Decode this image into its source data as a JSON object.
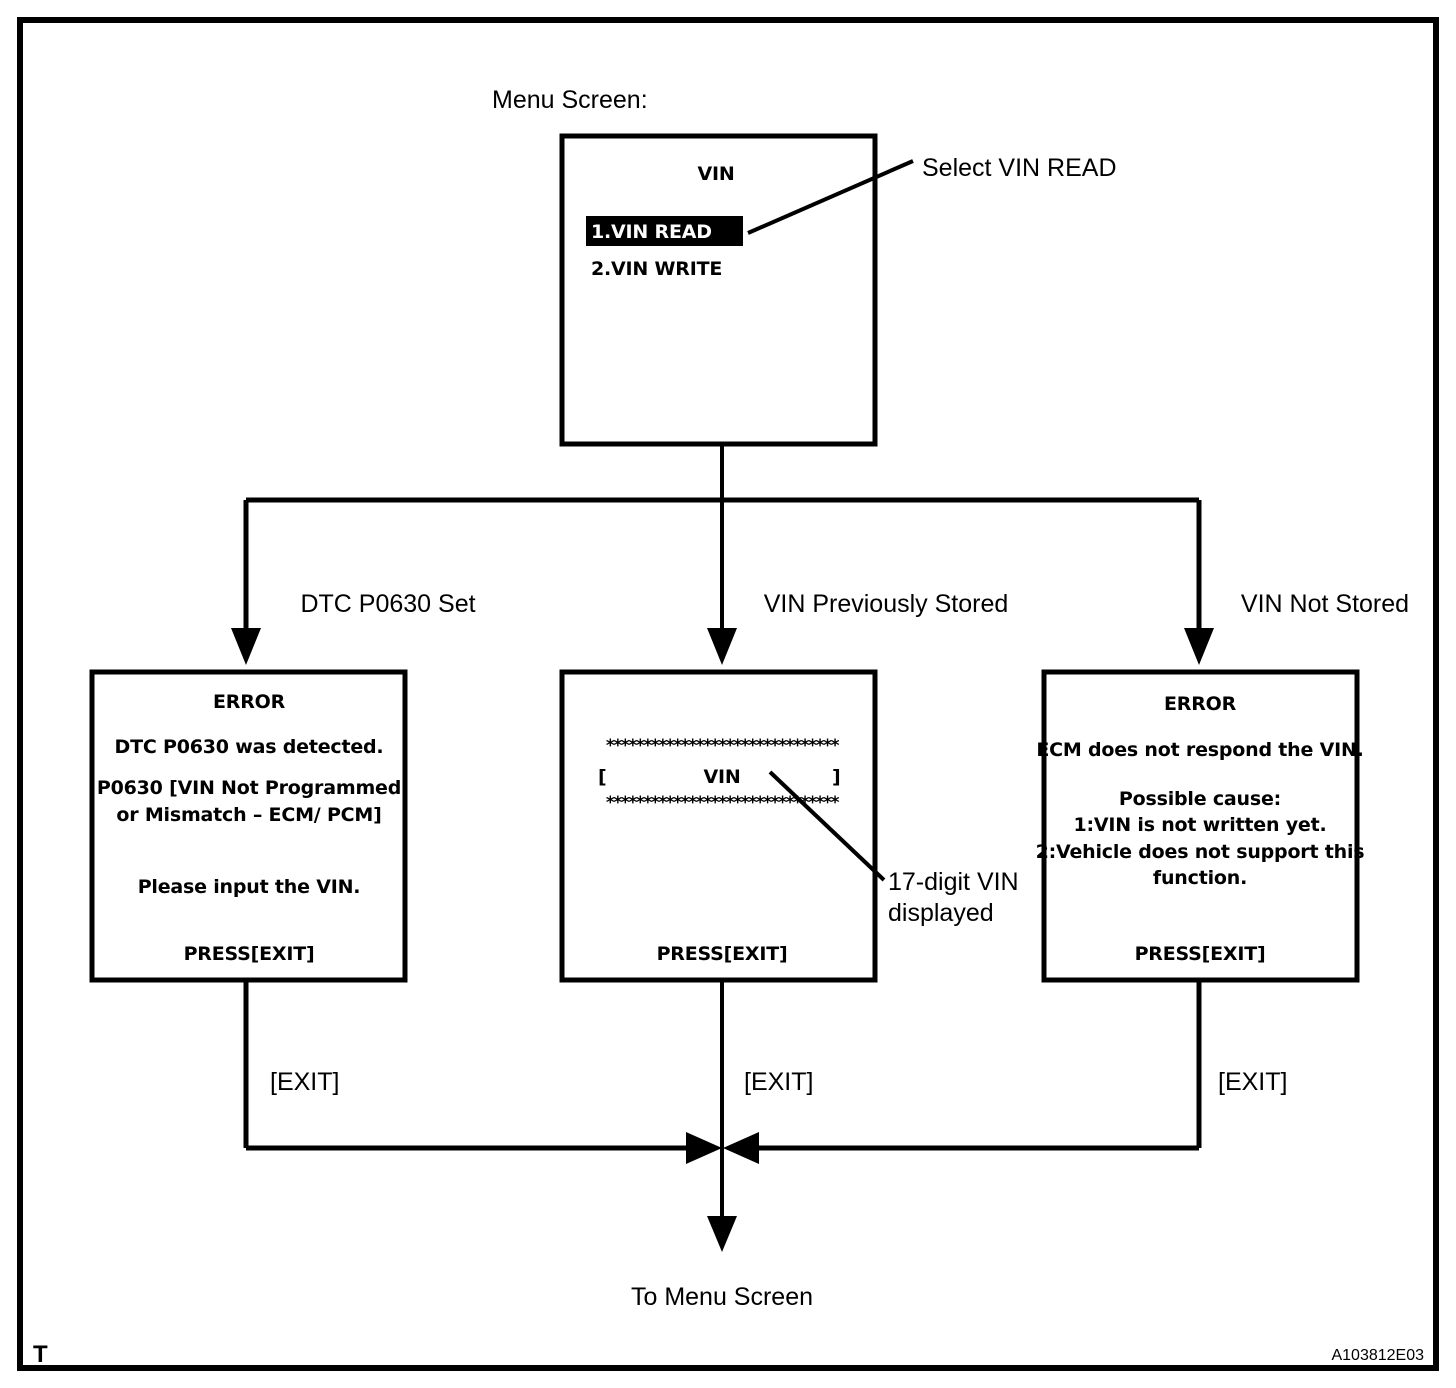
{
  "figure": {
    "corner_mark": "T",
    "code": "A103812E03",
    "background_color": "#ffffff",
    "line_color": "#000000"
  },
  "menu": {
    "caption": "Menu Screen:",
    "screen_title": "VIN",
    "items": [
      {
        "label": "1.VIN READ",
        "selected": true
      },
      {
        "label": "2.VIN WRITE",
        "selected": false
      }
    ],
    "callout": "Select VIN READ"
  },
  "branches": [
    {
      "label": "DTC P0630 Set"
    },
    {
      "label": "VIN Previously Stored"
    },
    {
      "label": "VIN Not Stored"
    }
  ],
  "screens": {
    "error_dtc": {
      "title": "ERROR",
      "lines": [
        "DTC P0630 was detected.",
        "P0630  [VIN Not Programmed",
        "or Mismatch – ECM/ PCM]",
        "Please input the VIN."
      ],
      "footer": "PRESS[EXIT]"
    },
    "vin_stored": {
      "stars": "*******************************",
      "bracket_open": "[",
      "value": "VIN",
      "bracket_close": "]",
      "footer": "PRESS[EXIT]",
      "callout_line1": "17-digit VIN",
      "callout_line2": "displayed"
    },
    "error_no_vin": {
      "title": "ERROR",
      "lines": [
        "ECM does not respond the VIN.",
        "Possible cause:",
        "1:VIN is not written yet.",
        "2:Vehicle does not support this",
        "function."
      ],
      "footer": "PRESS[EXIT]"
    }
  },
  "exits": [
    {
      "label": "[EXIT]"
    },
    {
      "label": "[EXIT]"
    },
    {
      "label": "[EXIT]"
    }
  ],
  "footer": {
    "destination": "To Menu Screen"
  }
}
